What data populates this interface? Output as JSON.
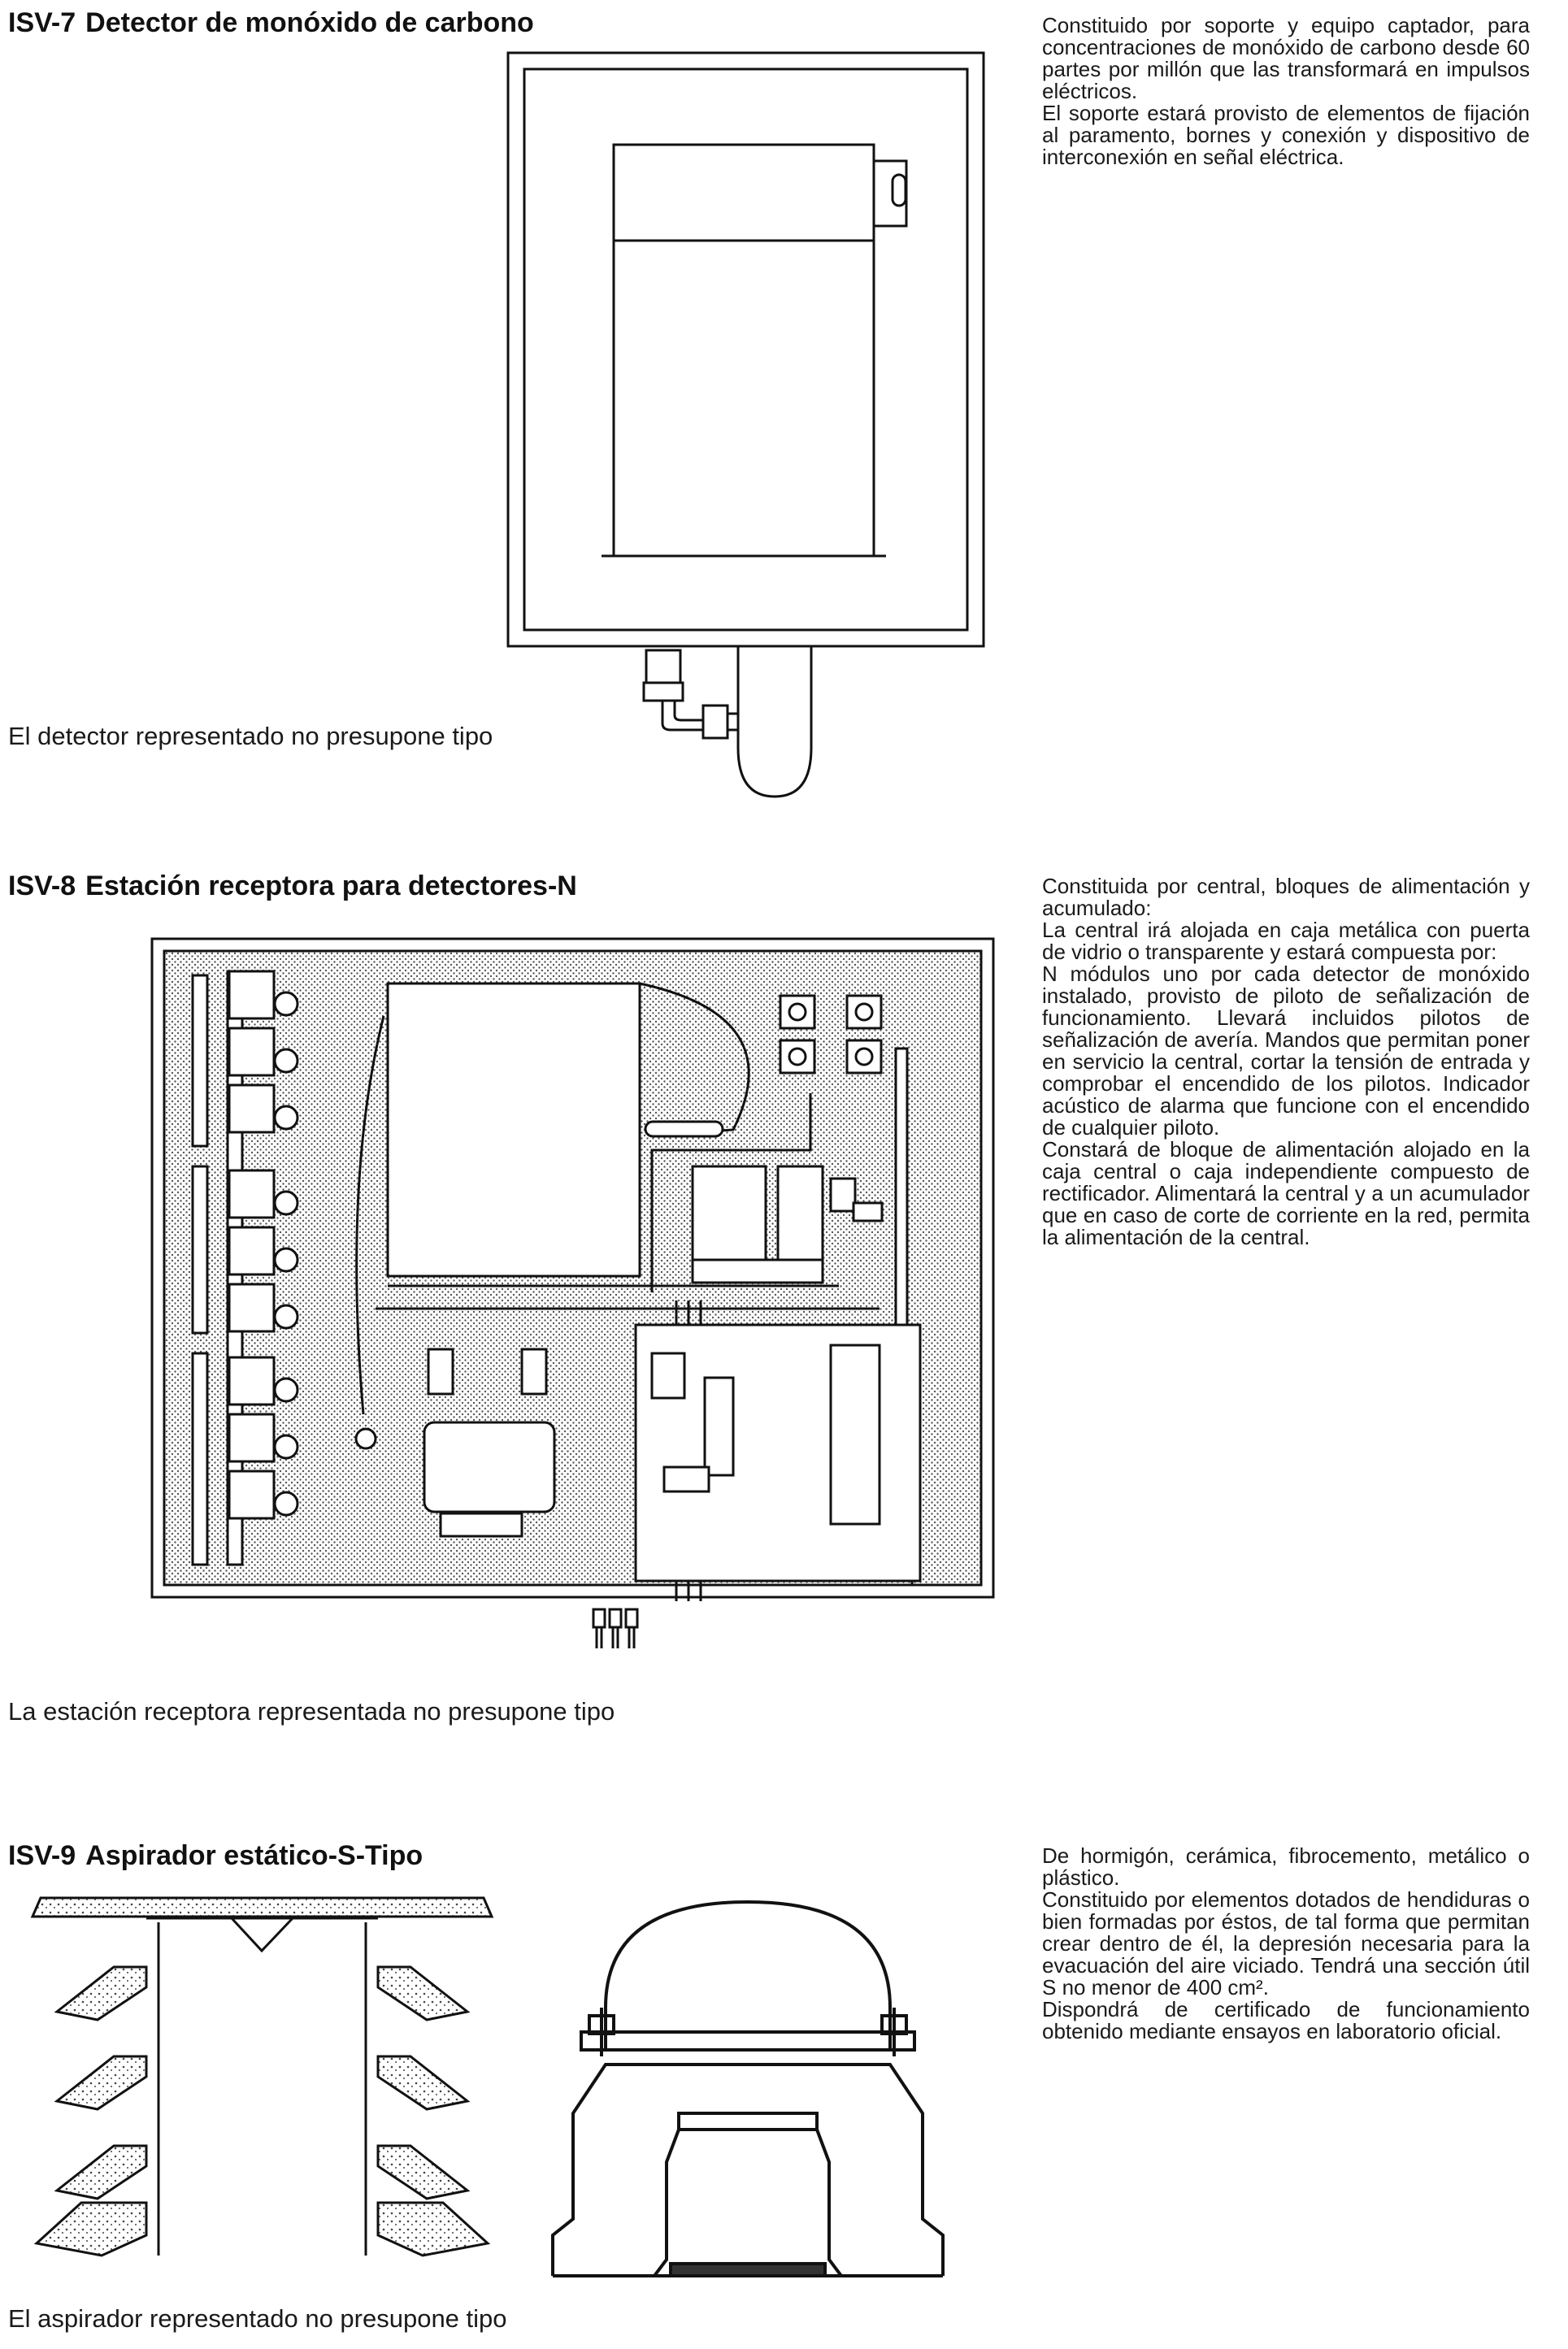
{
  "sections": [
    {
      "code": "ISV-7",
      "title": "Detector de monóxido de carbono",
      "paragraphs": [
        "Constituido por soporte y equipo captador, para concentraciones de monóxido de carbono desde 60 partes por millón que las transformará en impulsos eléctricos.",
        "El soporte estará provisto de elementos de fijación al paramento, bornes y conexión y dispositivo de interconexión en señal eléctrica."
      ],
      "caption": "El detector representado no presupone tipo"
    },
    {
      "code": "ISV-8",
      "title": "Estación receptora para detectores-N",
      "paragraphs": [
        "Constituida por central, bloques de alimentación y acumulado:",
        "La central irá alojada en caja metálica con puerta de vidrio o transparente y estará compuesta por:",
        "N módulos uno por cada detector de monóxido instalado, provisto de piloto de señalización de funcionamiento. Llevará incluidos pilotos de señalización de avería. Mandos que permitan poner en servicio la central, cortar la tensión de entrada y comprobar el encendido de los pilotos. Indicador acústico de alarma que funcione con el encendido de cualquier piloto.",
        "Constará de bloque de alimentación alojado en la caja central o caja independiente compuesto de rectificador. Alimentará la central y a un acumulador que en caso de corte de corriente en la red, permita la alimentación de la central."
      ],
      "caption": "La estación receptora representada no presupone tipo"
    },
    {
      "code": "ISV-9",
      "title": "Aspirador estático-S-Tipo",
      "paragraphs": [
        "De hormigón, cerámica, fibrocemento, metálico o plástico.",
        "Constituido por elementos dotados de hendiduras o bien formadas por éstos, de tal forma que permitan crear dentro de él, la depresión necesaria para la evacuación del aire viciado. Tendrá una sección útil S no menor de 400 cm².",
        "Dispondrá de certificado de funcionamiento obtenido mediante ensayos en laboratorio oficial."
      ],
      "caption": "El aspirador representado no presupone tipo"
    }
  ]
}
